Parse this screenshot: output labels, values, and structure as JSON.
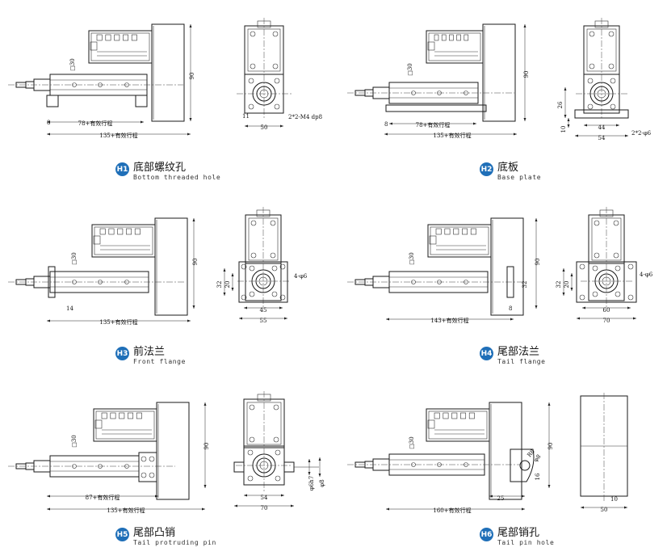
{
  "variants": [
    {
      "badge": "H1",
      "title_cn": "底部螺纹孔",
      "title_en": "Bottom threaded hole",
      "dims": {
        "height": "90",
        "square": "□30",
        "partial": "78+有效行程",
        "total": "135+有效行程",
        "left_offset": "8",
        "side_width": "50",
        "side_offset": "11",
        "hole_note": "2*2-M4 dp8"
      }
    },
    {
      "badge": "H2",
      "title_cn": "底板",
      "title_en": "Base plate",
      "dims": {
        "height": "90",
        "square": "□30",
        "partial": "78+有效行程",
        "total": "135+有效行程",
        "left_offset": "8",
        "base_height": "26",
        "base_thick": "10",
        "inner_width": "44",
        "outer_width": "54",
        "hole_note": "2*2-φ6"
      }
    },
    {
      "badge": "H3",
      "title_cn": "前法兰",
      "title_en": "Front flange",
      "dims": {
        "height": "90",
        "square": "□30",
        "total": "135+有效行程",
        "front_offset": "14",
        "flange_h_outer": "32",
        "flange_h_inner": "20",
        "inner_width": "45",
        "outer_width": "55",
        "hole_note": "4-φ6"
      }
    },
    {
      "badge": "H4",
      "title_cn": "尾部法兰",
      "title_en": "Tail flange",
      "dims": {
        "height": "90",
        "square": "□30",
        "total": "143+有效行程",
        "rear_offset": "8",
        "flange_h": "32",
        "flange_h_outer": "32",
        "flange_h_inner": "20",
        "inner_width": "60",
        "outer_width": "70",
        "hole_note": "4-φ6"
      }
    },
    {
      "badge": "H5",
      "title_cn": "尾部凸销",
      "title_en": "Tail protruding pin",
      "dims": {
        "height": "90",
        "square": "□30",
        "partial": "87+有效行程",
        "total": "135+有效行程",
        "pin_h7": "φ6h7",
        "pin_dia": "φ8",
        "inner_width": "54",
        "outer_width": "70"
      }
    },
    {
      "badge": "H6",
      "title_cn": "尾部销孔",
      "title_en": "Tail pin hole",
      "dims": {
        "height": "90",
        "square": "□30",
        "total": "160+有效行程",
        "rear_len": "25",
        "hole_h": "16",
        "hole_r1": "R8",
        "hole_r2": "φ8",
        "side_width": "50",
        "side_offset": "10"
      }
    }
  ]
}
